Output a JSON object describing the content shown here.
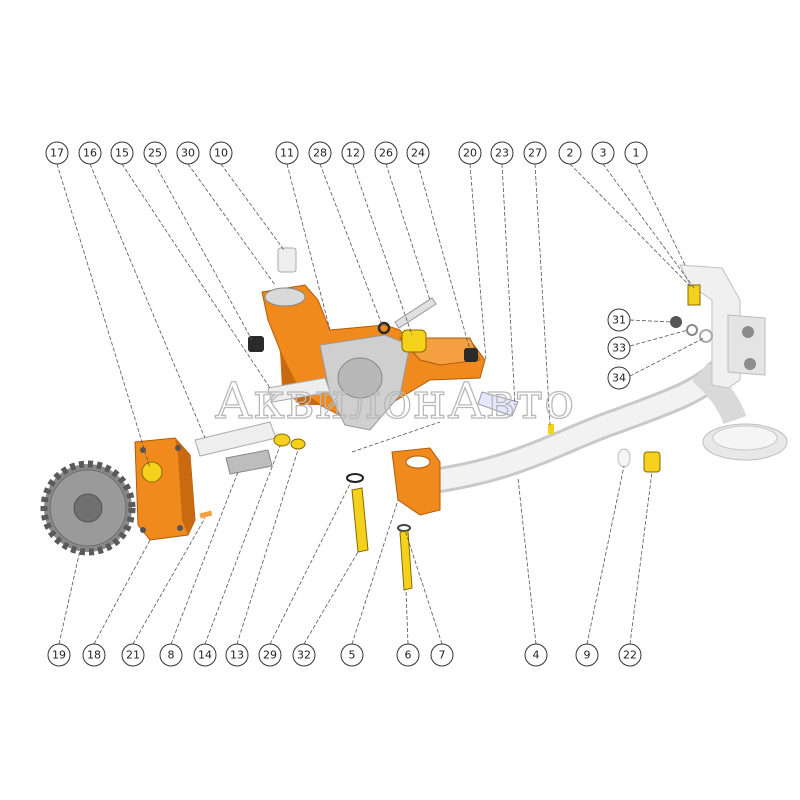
{
  "watermark": "АквилонАвто",
  "colors": {
    "housing": "#f08a1c",
    "housing_dark": "#c96a10",
    "gear": "#8a8a8a",
    "pipe": "#e6e6e6",
    "yellow": "#f4d21c",
    "black": "#2a2a2a"
  },
  "callouts_top": [
    "17",
    "16",
    "15",
    "25",
    "30",
    "10",
    "11",
    "28",
    "12",
    "26",
    "24",
    "20",
    "23",
    "27",
    "2",
    "3",
    "1"
  ],
  "callouts_bottom": [
    "19",
    "18",
    "21",
    "8",
    "14",
    "13",
    "29",
    "32",
    "5",
    "6",
    "7",
    "4",
    "9",
    "22"
  ],
  "callouts_side": [
    "31",
    "33",
    "34"
  ]
}
